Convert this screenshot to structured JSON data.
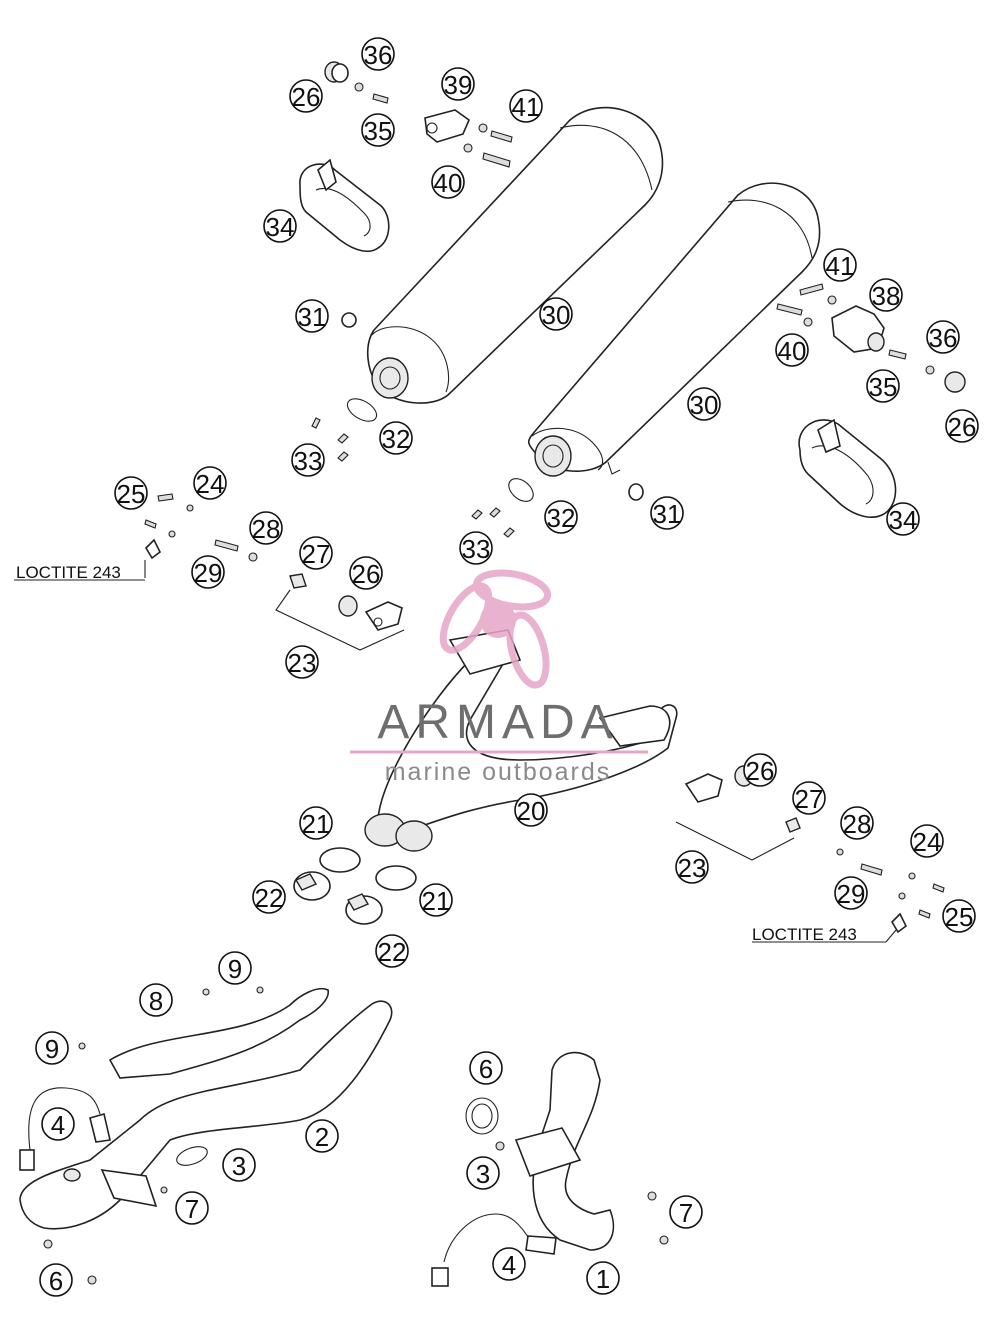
{
  "loctite_label": "LOCTITE 243",
  "watermark": {
    "title": "ARMADA",
    "subtitle": "marine outboards",
    "color": "#e6a6c8"
  },
  "callouts": [
    "36",
    "26",
    "35",
    "39",
    "41",
    "40",
    "34",
    "31",
    "30",
    "41",
    "38",
    "40",
    "36",
    "35",
    "30",
    "26",
    "32",
    "33",
    "25",
    "24",
    "29",
    "28",
    "27",
    "26",
    "23",
    "32",
    "33",
    "31",
    "34",
    "20",
    "26",
    "27",
    "23",
    "28",
    "24",
    "29",
    "25",
    "21",
    "22",
    "21",
    "22",
    "9",
    "8",
    "9",
    "4",
    "2",
    "3",
    "7",
    "6",
    "3",
    "7",
    "6",
    "4",
    "1"
  ]
}
